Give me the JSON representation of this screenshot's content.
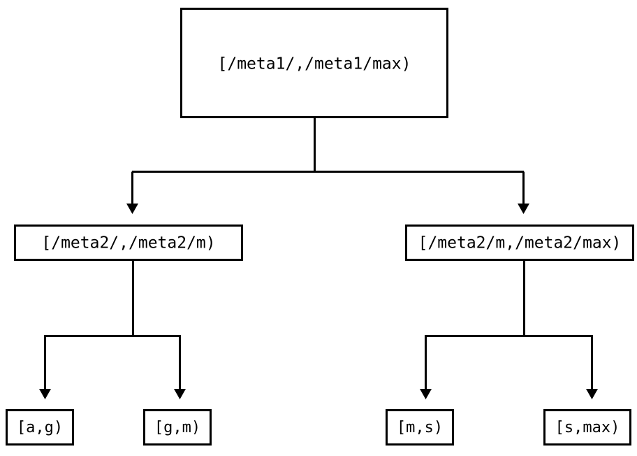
{
  "diagram": {
    "type": "tree",
    "title": "",
    "orientation": "top-down",
    "background_color": "#ffffff",
    "line_color": "#000000",
    "text_color": "#000000",
    "levels": 3,
    "nodes": {
      "root": {
        "label": "[/meta1/,/meta1/max)",
        "level": 0
      },
      "mid_left": {
        "label": "[/meta2/,/meta2/m)",
        "level": 1
      },
      "mid_right": {
        "label": "[/meta2/m,/meta2/max)",
        "level": 1
      },
      "leaf_1": {
        "label": "[a,g)",
        "level": 2
      },
      "leaf_2": {
        "label": "[g,m)",
        "level": 2
      },
      "leaf_3": {
        "label": "[m,s)",
        "level": 2
      },
      "leaf_4": {
        "label": "[s,max)",
        "level": 2
      }
    },
    "edges": [
      {
        "from": "root",
        "to": "mid_left",
        "arrow": "triangle-down"
      },
      {
        "from": "root",
        "to": "mid_right",
        "arrow": "triangle-down"
      },
      {
        "from": "mid_left",
        "to": "leaf_1",
        "arrow": "triangle-down"
      },
      {
        "from": "mid_left",
        "to": "leaf_2",
        "arrow": "triangle-down"
      },
      {
        "from": "mid_right",
        "to": "leaf_3",
        "arrow": "triangle-down"
      },
      {
        "from": "mid_right",
        "to": "leaf_4",
        "arrow": "triangle-down"
      }
    ]
  }
}
